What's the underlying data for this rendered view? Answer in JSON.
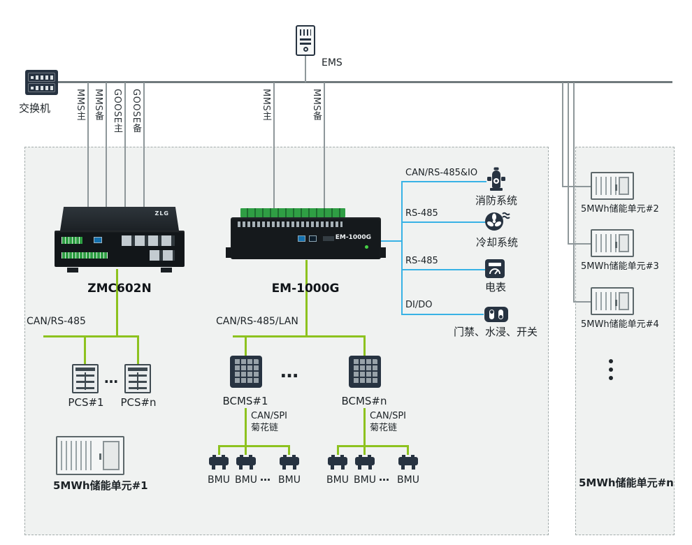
{
  "top": {
    "ems_label": "EMS",
    "switch_label": "交换机"
  },
  "trunk": {
    "zmc_links": [
      "MMS主",
      "MMS备",
      "GOOSE主",
      "GOOSE备"
    ],
    "em_links": [
      "MMS主",
      "MMS备"
    ]
  },
  "devices": {
    "zmc": {
      "name": "ZMC602N",
      "brand": "ZLG"
    },
    "em": {
      "name": "EM-1000G",
      "front_label": "EM-1000G"
    }
  },
  "peripherals": [
    {
      "protocol": "CAN/RS-485&IO",
      "name": "消防系统",
      "icon": "fire-hydrant-icon"
    },
    {
      "protocol": "RS-485",
      "name": "冷却系统",
      "icon": "cooling-fan-icon"
    },
    {
      "protocol": "RS-485",
      "name": "电表",
      "icon": "energy-meter-icon"
    },
    {
      "protocol": "DI/DO",
      "name": "门禁、水浸、开关",
      "icon": "toggle-switch-icon"
    }
  ],
  "pcs_group": {
    "bus_label": "CAN/RS-485",
    "items": [
      "PCS#1",
      "PCS#n"
    ],
    "ellipsis": "…"
  },
  "bcms_group": {
    "bus_label": "CAN/RS-485/LAN",
    "ellipsis": "…",
    "chains": [
      {
        "name": "BCMS#1",
        "protocol": "CAN/SPI",
        "topology": "菊花链",
        "bmus": [
          "BMU",
          "BMU",
          "BMU"
        ],
        "ellipsis": "…"
      },
      {
        "name": "BCMS#n",
        "protocol": "CAN/SPI",
        "topology": "菊花链",
        "bmus": [
          "BMU",
          "BMU",
          "BMU"
        ],
        "ellipsis": "…"
      }
    ]
  },
  "storage_units": {
    "unit_1": "5MWh储能单元#1",
    "unit_2": "5MWh储能单元#2",
    "unit_3": "5MWh储能单元#3",
    "unit_4": "5MWh储能单元#4",
    "unit_n": "5MWh储能单元#n",
    "vertical_ellipsis_icon": "vertical-dots"
  },
  "colors": {
    "trunk_line": "#8e979a",
    "field_bus_line": "#8dc21f",
    "io_line": "#38b2e5",
    "icon_dark": "#273341",
    "panel_background": "#f0f2f1"
  }
}
